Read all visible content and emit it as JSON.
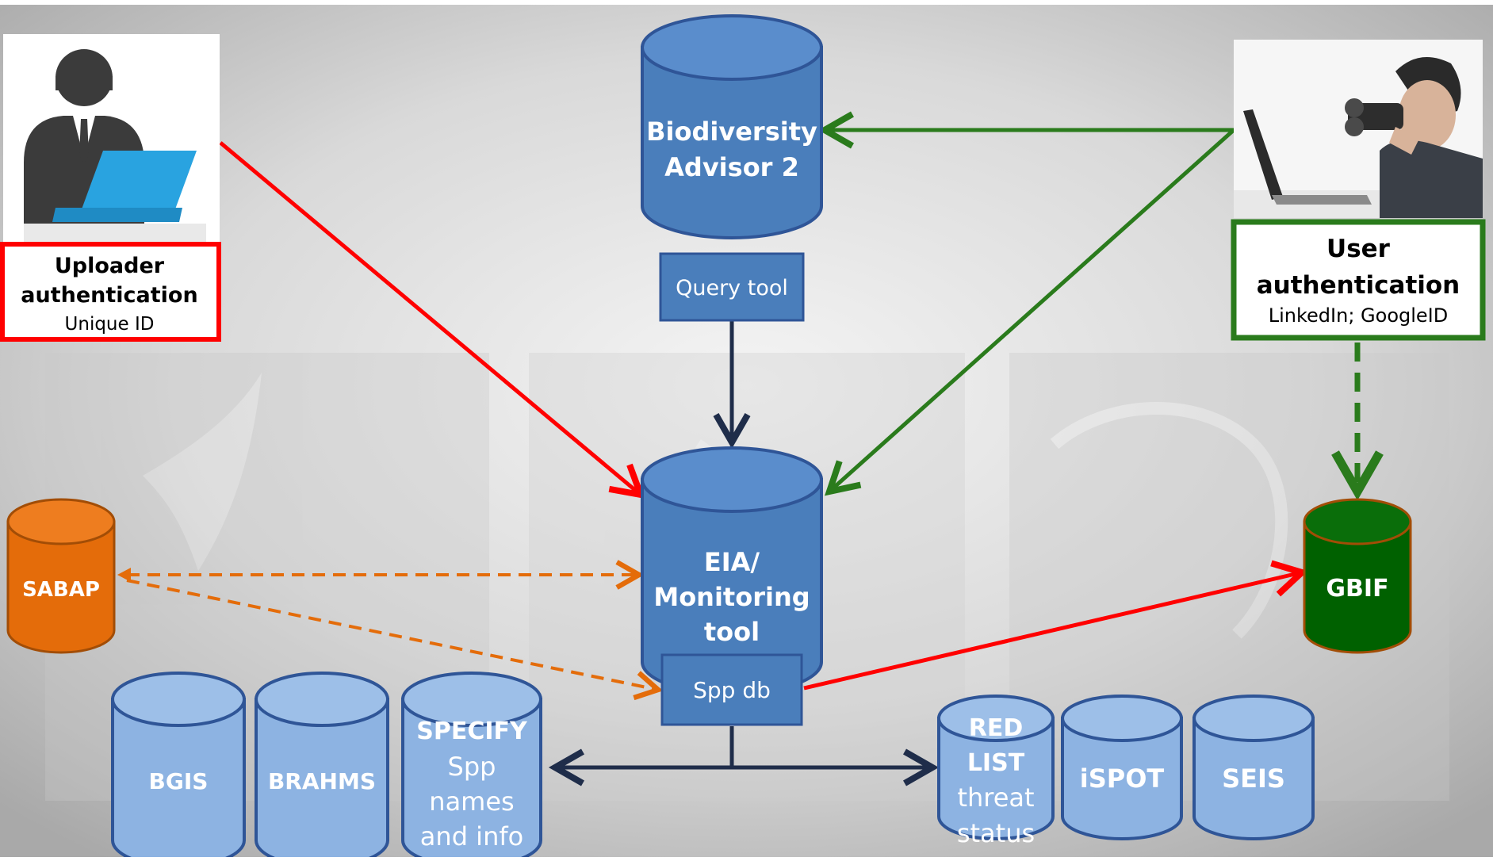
{
  "nodes": {
    "biodiversity_advisor": {
      "lines": [
        "Biodiversity",
        "Advisor 2"
      ]
    },
    "query_tool": "Query tool",
    "eia_tool": {
      "lines": [
        "EIA/",
        "Monitoring",
        "tool"
      ]
    },
    "spp_db": "Spp db",
    "sabap": "SABAP",
    "gbif": "GBIF",
    "bgis": "BGIS",
    "brahms": "BRAHMS",
    "specify": {
      "lines": [
        "SPECIFY",
        "Spp",
        "names",
        "and info"
      ]
    },
    "red_list": {
      "lines": [
        "RED",
        "LIST",
        "threat",
        "status"
      ]
    },
    "ispot": "iSPOT",
    "seis": "SEIS"
  },
  "uploader": {
    "title_lines": [
      "Uploader",
      "authentication"
    ],
    "subtitle": "Unique ID"
  },
  "user": {
    "title_lines": [
      "User",
      "authentication"
    ],
    "subtitle": "LinkedIn; GoogleID"
  },
  "colors": {
    "primary_db": "#4a7ebb",
    "light_db": "#8db3e2",
    "sabap": "#e46c0a",
    "gbif": "#006100",
    "red": "#ff0000",
    "green": "#2a7b1c",
    "navy": "#1f2d4a",
    "orange_dash": "#e46c0a"
  }
}
